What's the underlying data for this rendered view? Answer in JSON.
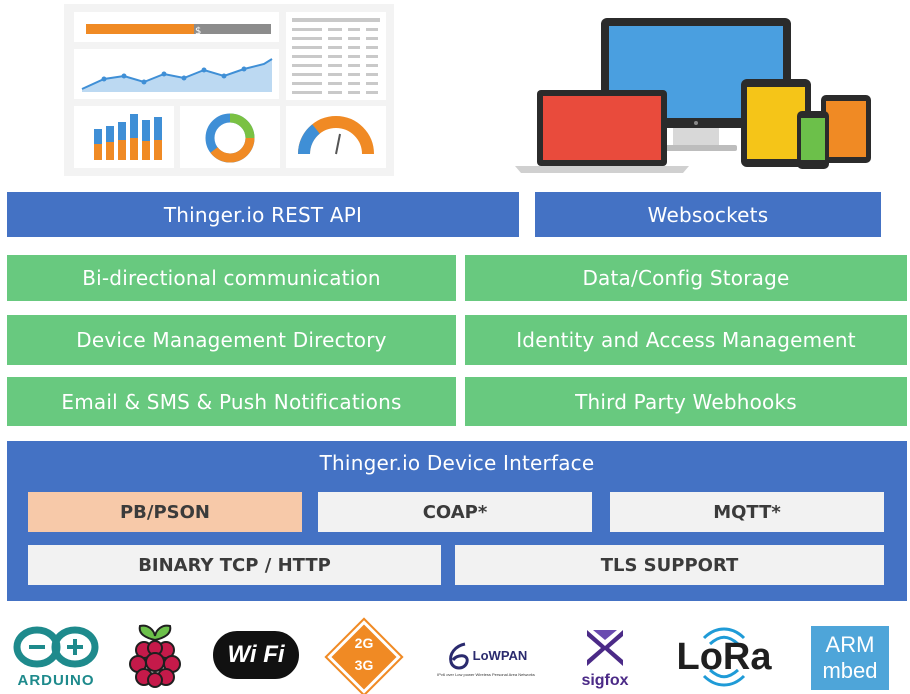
{
  "illustrations": {
    "dashboard": {
      "gauge_marker": "$"
    },
    "devices": {}
  },
  "api_row": [
    {
      "label": "Thinger.io REST API"
    },
    {
      "label": "Websockets"
    }
  ],
  "features": [
    {
      "label": "Bi-directional communication"
    },
    {
      "label": "Data/Config Storage"
    },
    {
      "label": "Device Management Directory"
    },
    {
      "label": "Identity and Access Management"
    },
    {
      "label": "Email & SMS & Push Notifications"
    },
    {
      "label": "Third Party Webhooks"
    }
  ],
  "device_interface": {
    "title": "Thinger.io Device Interface",
    "protocols": [
      {
        "label": "PB/PSON"
      },
      {
        "label": "COAP*"
      },
      {
        "label": "MQTT*"
      },
      {
        "label": "BINARY TCP / HTTP"
      },
      {
        "label": "TLS SUPPORT"
      }
    ]
  },
  "logos": {
    "arduino": {
      "text": "ARDUINO"
    },
    "raspberry": {},
    "wifi": {
      "text": "Wi Fi"
    },
    "cellular": {
      "top": "2G",
      "bottom": "3G"
    },
    "lowpan": {
      "text": "LoWPAN",
      "subtitle": "IPv6 over Low power Wireless Personal Area Networks"
    },
    "sigfox": {
      "text": "sigfox"
    },
    "lora": {
      "text": "LoRa"
    },
    "arm_mbed": {
      "top": "ARM",
      "bottom": "mbed"
    }
  },
  "colors": {
    "blue": "#4472c4",
    "green": "#68c97f",
    "light": "#f2f2f2",
    "peach": "#f7c9a9"
  }
}
